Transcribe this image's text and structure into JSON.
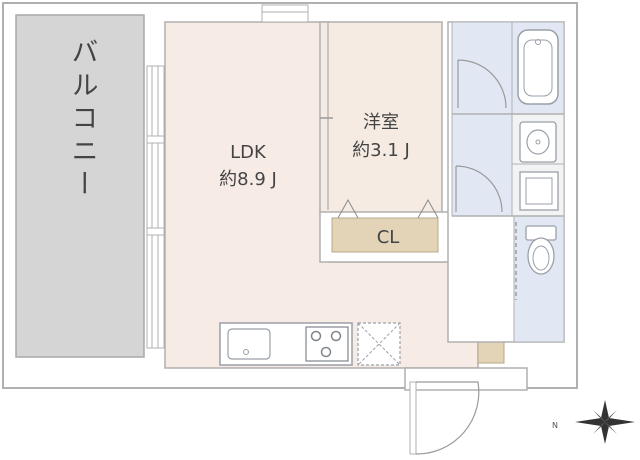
{
  "rooms": {
    "balcony": {
      "label": "バルコニー"
    },
    "ldk": {
      "name": "LDK",
      "size": "約8.9 J"
    },
    "western": {
      "name": "洋室",
      "size": "約3.1 J"
    },
    "closet": {
      "label": "CL"
    }
  },
  "compass": {
    "label": "N"
  },
  "colors": {
    "wall": "#ffffff",
    "wall_stroke": "#b0b0b0",
    "ldk_floor": "#f7ebe6",
    "western_floor": "#f5ebe3",
    "closet_fill": "#e3d4b8",
    "balcony_fill": "#d5d5d5",
    "bath_fill": "#e2e8f3",
    "pale_fill": "#f2f3f5",
    "fixture_stroke": "#9aa0a8",
    "text": "#444444"
  }
}
